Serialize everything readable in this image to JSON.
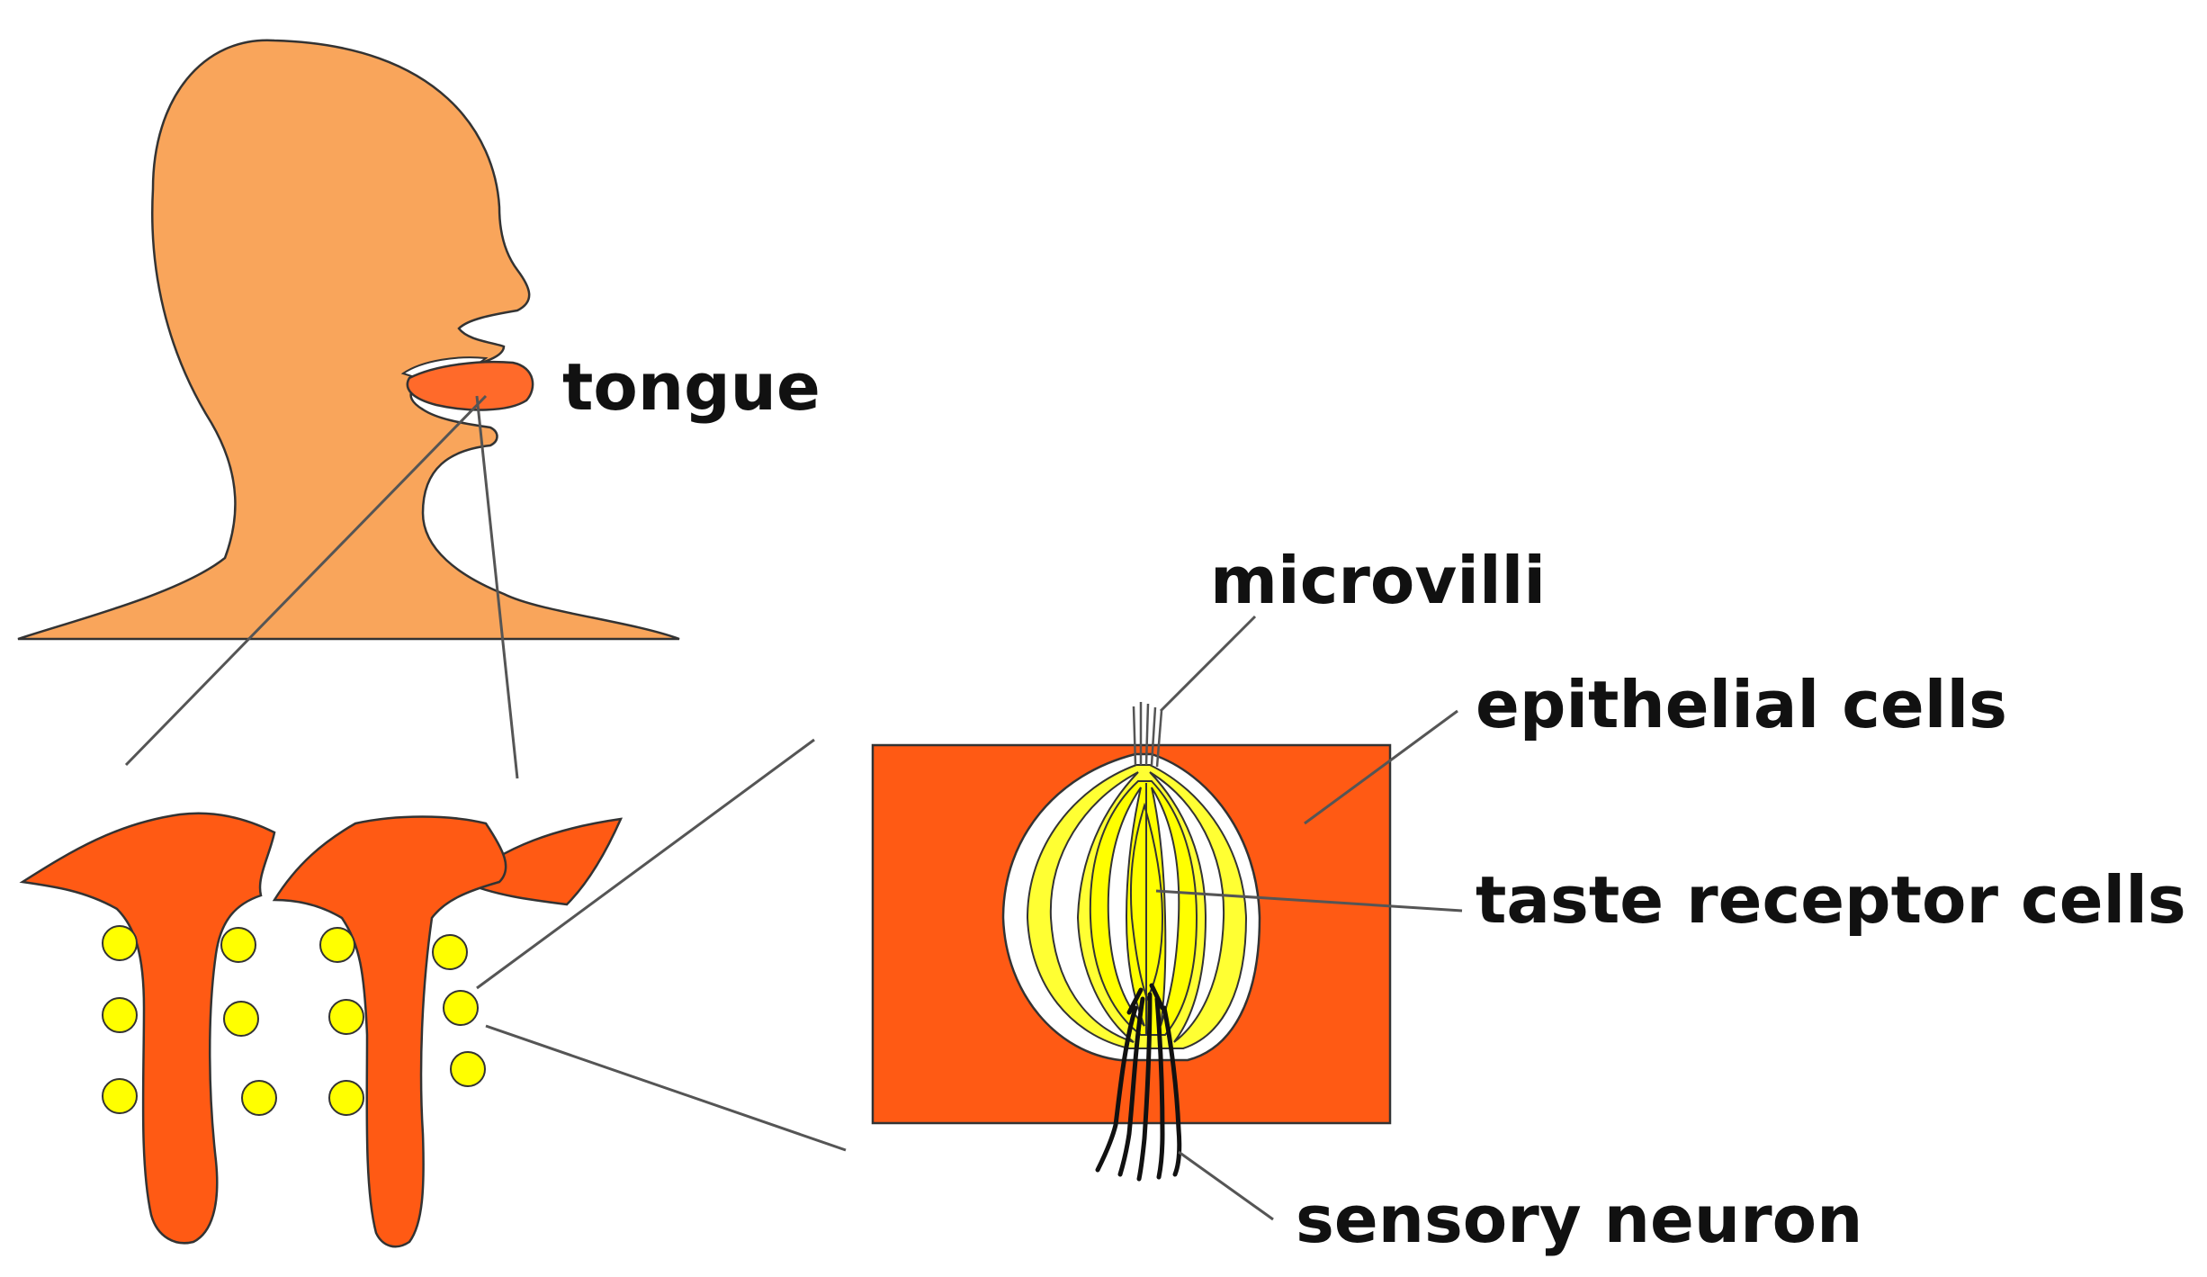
{
  "labels": {
    "tongue": "tongue",
    "microvilli": "microvilli",
    "epithelial_cells": "epithelial cells",
    "taste_receptor_cells": "taste receptor cells",
    "sensory_neuron": "sensory neuron"
  },
  "colors": {
    "skin": "#F9A55B",
    "tissue": "#FF5A14",
    "tongue": "#FF6A2A",
    "taste_bud": "#FFFF00",
    "taste_bud_light": "#FFFF9A",
    "outline": "#333333",
    "leader_line": "#555555"
  }
}
